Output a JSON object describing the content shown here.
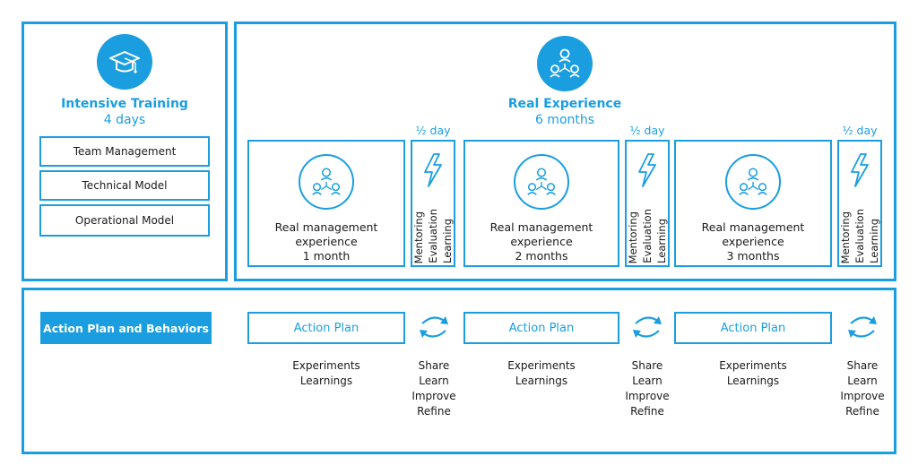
{
  "training": {
    "title": "Intensive Training",
    "duration": "4 days",
    "items": [
      "Team Management",
      "Technical Model",
      "Operational Model"
    ]
  },
  "experience": {
    "title": "Real Experience",
    "duration": "6 months",
    "stages": [
      {
        "line1": "Real management",
        "line2": "experience",
        "line3": "1 month"
      },
      {
        "line1": "Real management",
        "line2": "experience",
        "line3": "2 months"
      },
      {
        "line1": "Real management",
        "line2": "experience",
        "line3": "3 months"
      }
    ],
    "half_day": "½ day",
    "mentoring": [
      "Mentoring",
      "Evaluation",
      "Learning"
    ]
  },
  "action": {
    "label": "Action Plan and Behaviors",
    "plan_label": "Action Plan",
    "plan_notes": [
      "Experiments",
      "Learnings"
    ],
    "cycle_notes": [
      "Share",
      "Learn",
      "Improve",
      "Refine"
    ]
  },
  "colors": {
    "accent": "#1a9ee0",
    "text": "#1a1a1a"
  }
}
